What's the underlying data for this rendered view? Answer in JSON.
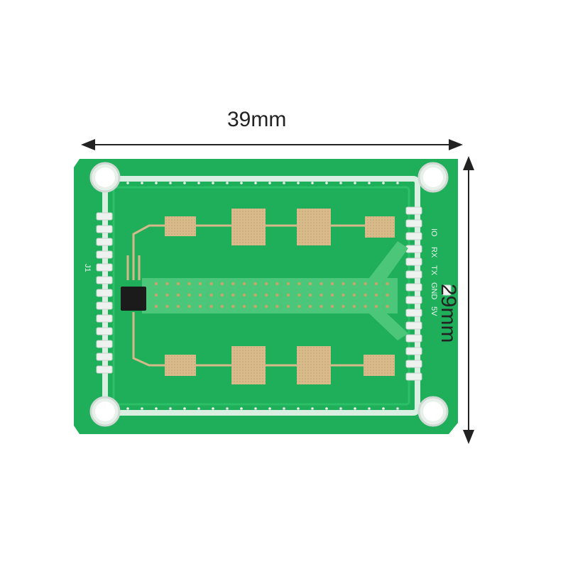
{
  "dimensions": {
    "width_label": "39mm",
    "height_label": "29mm"
  },
  "board": {
    "connector_label": "J1",
    "pin_labels": [
      "IO",
      "RX",
      "TX",
      "GND",
      "5V"
    ],
    "colors": {
      "pcb": "#1fae5a",
      "trace": "#4cc77a",
      "silk_frame": "#d9efe2",
      "pad": "#d6b98a",
      "chip": "#1b1b1b"
    }
  }
}
